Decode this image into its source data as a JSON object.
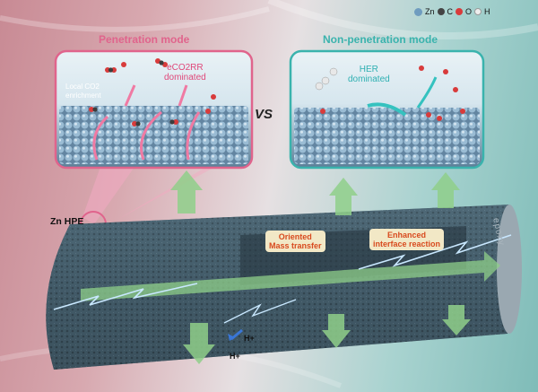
{
  "legend": {
    "zn": "Zn",
    "c": "C",
    "o": "O",
    "h": "H"
  },
  "modes": {
    "penetration": "Penetration mode",
    "non_penetration": "Non-penetration mode",
    "vs": "VS"
  },
  "penetration_panel": {
    "label_line1": "eCO2RR",
    "label_line2": "dominated",
    "local_line1": "Local CO2",
    "local_line2": "enrichment"
  },
  "non_penetration_panel": {
    "label_line1": "HER",
    "label_line2": "dominated"
  },
  "tube": {
    "name": "Zn HPE",
    "tag1_line1": "Oriented",
    "tag1_line2": "Mass transfer",
    "tag2_line1": "Enhanced",
    "tag2_line2": "interface reaction",
    "epoxy": "epoxy",
    "h_plus": "H+"
  },
  "colors": {
    "pink": "#e0648c",
    "teal": "#3ab3ad",
    "zinc": "#6f9cbf",
    "arrow_green": "#8fcf8a"
  }
}
